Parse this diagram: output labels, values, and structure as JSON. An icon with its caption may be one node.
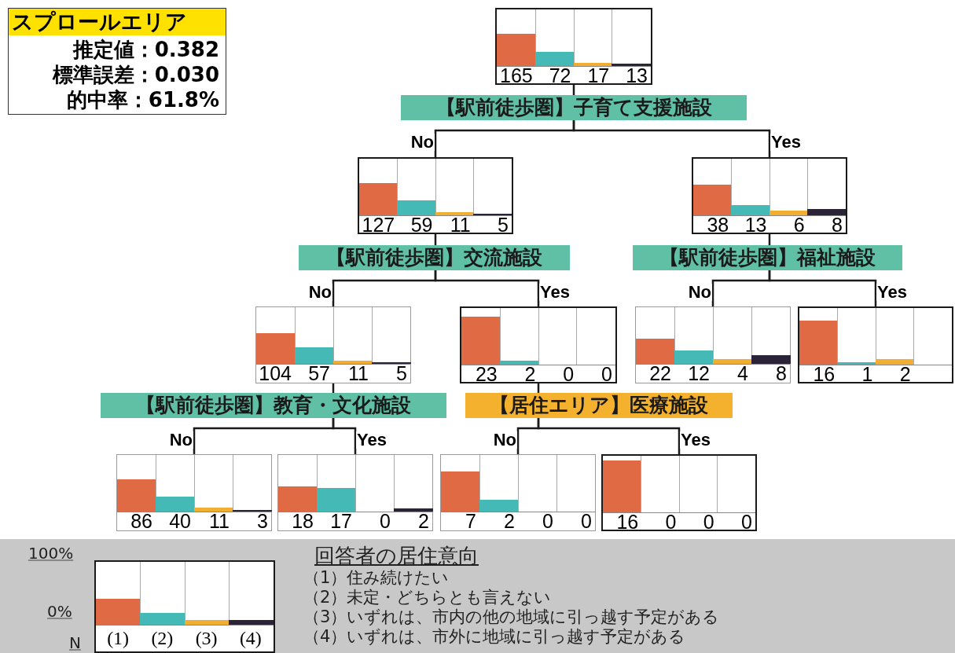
{
  "diagram": {
    "nodes": [
      {
        "text": [
          "スプロールエリア",
          "推定値：0.382",
          "標準誤差：0.030",
          "的中率：61.8%"
        ]
      },
      {
        "text": [
          "165",
          "72",
          "17",
          "13"
        ]
      },
      {
        "text": [
          "【駅前徒歩圏】子育て支援施設"
        ]
      },
      {
        "text": [
          "127",
          "59",
          "11",
          "5"
        ]
      },
      {
        "text": [
          "38",
          "13",
          "6",
          "8"
        ]
      },
      {
        "text": [
          "【駅前徒歩圏】交流施設"
        ]
      },
      {
        "text": [
          "【駅前徒歩圏】福祉施設"
        ]
      },
      {
        "text": [
          "104",
          "57",
          "11",
          "5"
        ]
      },
      {
        "text": [
          "23",
          "2",
          "0",
          "0"
        ]
      },
      {
        "text": [
          "22",
          "12",
          "4",
          "8"
        ]
      },
      {
        "text": [
          "16",
          "1",
          "2"
        ]
      },
      {
        "text": [
          "【駅前徒歩圏】教育・文化施設"
        ]
      },
      {
        "text": [
          "【居住エリア】医療施設"
        ]
      },
      {
        "text": [
          "86",
          "40",
          "11",
          "3"
        ]
      },
      {
        "text": [
          "18",
          "17",
          "0",
          "2"
        ]
      },
      {
        "text": [
          "7",
          "2",
          "0",
          "0"
        ]
      },
      {
        "text": [
          "16",
          "0",
          "0",
          "0"
        ]
      },
      {
        "text": [
          "(1)",
          "(2)",
          "(3)",
          "(4)"
        ]
      }
    ],
    "edges": [
      {
        "from": 1,
        "to": 2,
        "arrow": "none"
      },
      {
        "from": 2,
        "to": 3,
        "arrow": "none",
        "label": "No"
      },
      {
        "from": 2,
        "to": 4,
        "arrow": "none",
        "label": "Yes"
      },
      {
        "from": 3,
        "to": 5,
        "arrow": "none"
      },
      {
        "from": 4,
        "to": 6,
        "arrow": "none"
      },
      {
        "from": 5,
        "to": 7,
        "arrow": "none",
        "label": "No"
      },
      {
        "from": 5,
        "to": 8,
        "arrow": "none",
        "label": "Yes"
      },
      {
        "from": 6,
        "to": 9,
        "arrow": "none",
        "label": "No"
      },
      {
        "from": 6,
        "to": 10,
        "arrow": "none",
        "label": "Yes"
      },
      {
        "from": 7,
        "to": 11,
        "arrow": "none"
      },
      {
        "from": 8,
        "to": 12,
        "arrow": "none"
      },
      {
        "from": 11,
        "to": 13,
        "arrow": "none",
        "label": "No"
      },
      {
        "from": 11,
        "to": 14,
        "arrow": "none",
        "label": "Yes"
      },
      {
        "from": 12,
        "to": 15,
        "arrow": "none",
        "label": "No"
      },
      {
        "from": 12,
        "to": 16,
        "arrow": "none",
        "label": "Yes"
      }
    ],
    "labels": [
      "100%",
      "0%",
      "N",
      "回答者の居住意向",
      "（1）住み続けたい",
      "（2）未定・どちらとも言えない",
      "（3）いずれは、市内の他の地域に引っ越す予定がある",
      "（4）いずれは、市外に地域に引っ越す予定がある"
    ]
  }
}
